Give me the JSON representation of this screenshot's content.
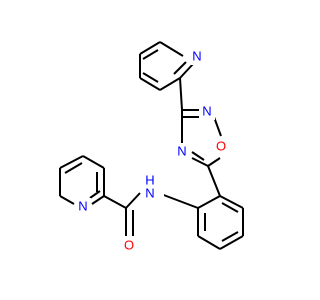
{
  "structure": {
    "colors": {
      "bond": "#000000",
      "nitrogen": "#0000ff",
      "oxygen": "#ff0000",
      "background": "#ffffff"
    },
    "atom_labels": {
      "n_pyridine_top": "N",
      "n_oxadiazole_3": "N",
      "o_oxadiazole": "O",
      "n_oxadiazole_4": "N",
      "n_amide": "N",
      "h_amide": "H",
      "n_pyridine_left": "N",
      "o_carbonyl": "O"
    }
  }
}
